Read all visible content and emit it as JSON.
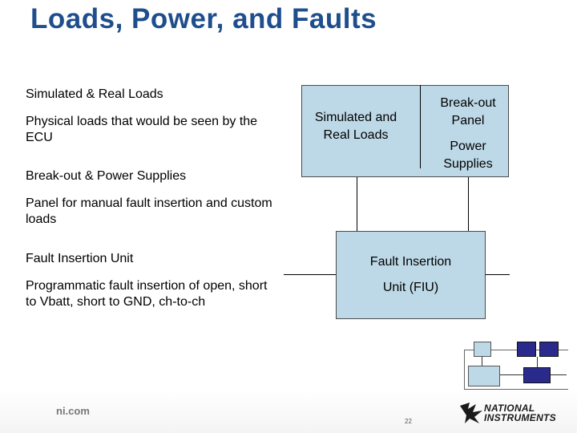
{
  "title": "Loads, Power, and Faults",
  "sections": [
    {
      "heading": "Simulated & Real Loads",
      "body": "Physical loads that would be seen by the ECU"
    },
    {
      "heading": "Break-out & Power Supplies",
      "body": "Panel for manual fault insertion and custom loads"
    },
    {
      "heading": "Fault Insertion Unit",
      "body": "Programmatic fault insertion of open, short to Vbatt, short to GND, ch-to-ch"
    }
  ],
  "diagram": {
    "box_loads": "Simulated and Real Loads",
    "box_breakout": "Break-out Panel",
    "box_power": "Power Supplies",
    "box_fiu_line1": "Fault Insertion",
    "box_fiu_line2": "Unit (FIU)"
  },
  "footer": {
    "site": "ni.com",
    "page_number": "22",
    "logo_line1": "NATIONAL",
    "logo_line2": "INSTRUMENTS",
    "logo_mark": "national-instruments-eagle-logo"
  },
  "colors": {
    "title": "#1f4e8c",
    "box_fill": "#bdd8e6",
    "mini_dark": "#2a2a8c"
  }
}
